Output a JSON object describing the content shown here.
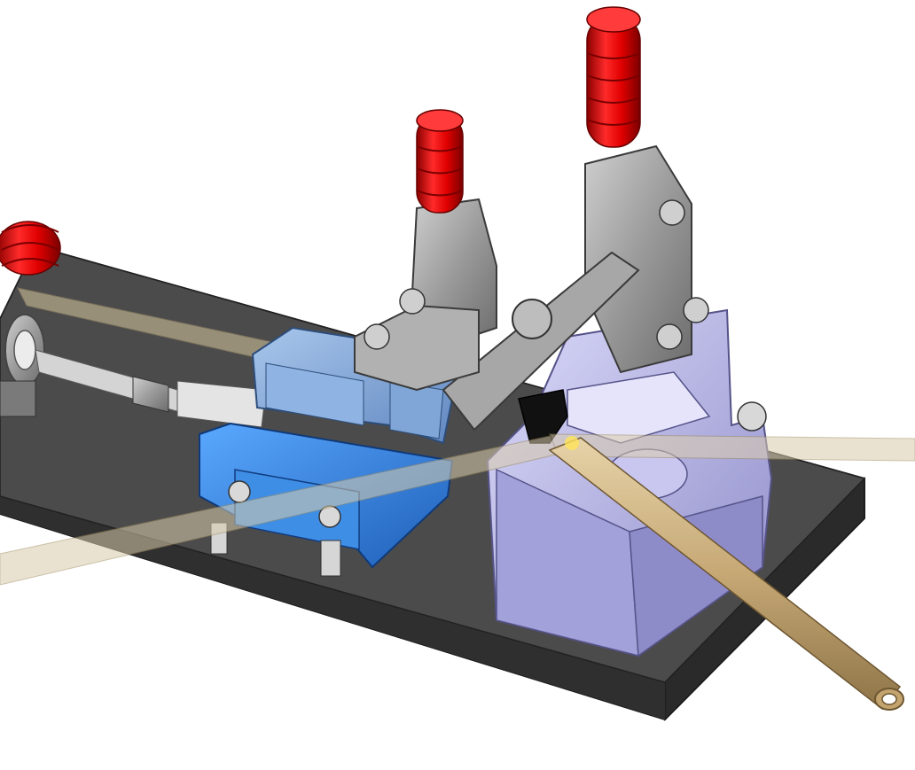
{
  "viewport": {
    "background": "#ffffff",
    "colors": {
      "base_plate": "#4a4a4a",
      "base_plate_edge": "#2a2a2a",
      "clamp_metal": "#9a9a9a",
      "handle_grip": "#e00000",
      "slide_block_light": "#7fa6d6",
      "slide_block_blue": "#2f7fe0",
      "fixture_lavender": "#b8b6e6",
      "tube_tan": "#c8ae7e",
      "tip_black": "#111111"
    },
    "icons": [
      "base-plate",
      "toggle-clamp-left",
      "toggle-clamp-right",
      "toggle-clamp-far-left",
      "slide-block-light",
      "slide-block-blue",
      "fixture-block",
      "tube-part",
      "threaded-rod",
      "nozzle-tip"
    ]
  }
}
